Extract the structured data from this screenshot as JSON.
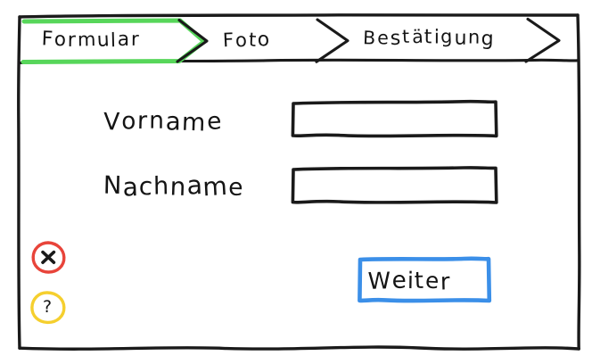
{
  "window": {
    "style": "hand-drawn-wireframe",
    "background_color": "#ffffff",
    "ink_color": "#1a1a1a"
  },
  "colors": {
    "active_step": "#57d65a",
    "primary_button": "#3b8fe8",
    "error": "#e8443a",
    "help": "#f5cf2e",
    "ink": "#1a1a1a"
  },
  "stepper": {
    "name": "wizard-steps",
    "steps": [
      {
        "label": "Formular",
        "state": "active"
      },
      {
        "label": "Foto",
        "state": "inactive"
      },
      {
        "label": "Bestätigung",
        "state": "inactive"
      }
    ]
  },
  "form": {
    "fields": [
      {
        "label": "Vorname",
        "value": "",
        "placeholder": ""
      },
      {
        "label": "Nachname",
        "value": "",
        "placeholder": ""
      }
    ]
  },
  "status_icons": [
    {
      "name": "error-icon",
      "glyph": "x",
      "color": "#e8443a"
    },
    {
      "name": "help-icon",
      "glyph": "?",
      "color": "#f5cf2e"
    }
  ],
  "actions": {
    "primary": {
      "label": "Weiter",
      "color": "#3b8fe8"
    }
  }
}
